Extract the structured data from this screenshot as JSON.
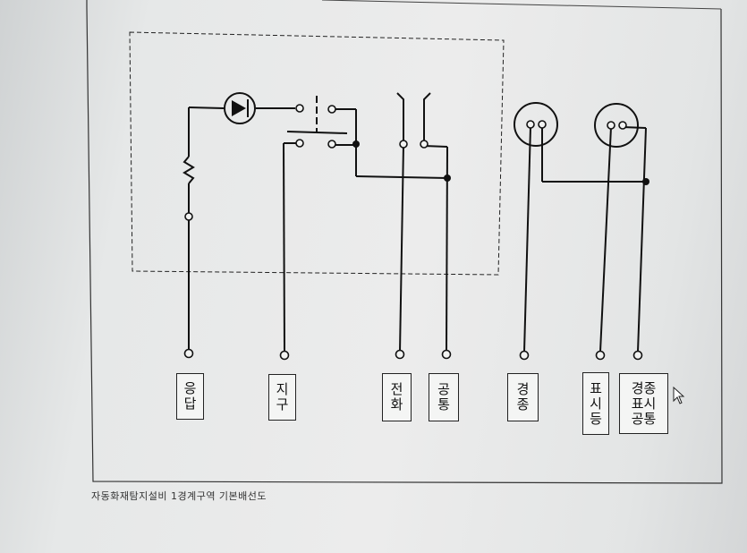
{
  "labels": [
    {
      "id": "response",
      "chars": [
        "응",
        "답"
      ]
    },
    {
      "id": "zone",
      "chars": [
        "지",
        "구"
      ]
    },
    {
      "id": "phone",
      "chars": [
        "전",
        "화"
      ]
    },
    {
      "id": "common",
      "chars": [
        "공",
        "통"
      ]
    },
    {
      "id": "bell-common",
      "chars": [
        "경",
        "종"
      ]
    },
    {
      "id": "indicator",
      "chars": [
        "표",
        "시",
        "등"
      ]
    },
    {
      "id": "bell-indicator-common",
      "lines": [
        "경종",
        "표시",
        "공통"
      ]
    }
  ],
  "caption": "자동화재탐지설비  1경계구역 기본배선도"
}
